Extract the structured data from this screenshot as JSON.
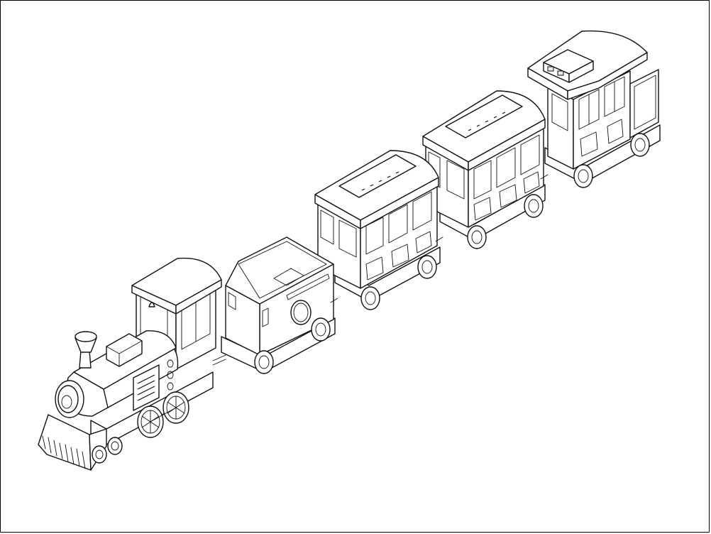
{
  "colors": {
    "line": "#111111",
    "background": "#ffffff",
    "frame": "#000000"
  },
  "drawing": {
    "subject": "train-line-drawing",
    "parts": [
      "locomotive",
      "tender",
      "passenger-car",
      "passenger-car",
      "caboose"
    ]
  }
}
